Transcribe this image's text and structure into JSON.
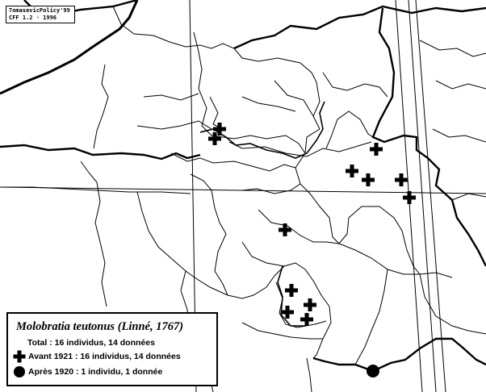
{
  "stamp": {
    "line1": "TomasevicPolicy'99",
    "line2": "CFF 1.2 · 1996"
  },
  "legend": {
    "title": "Molobratia teutonus (Linné, 1767)",
    "total": "Total : 16 individus, 14 données",
    "before_label": "Avant 1921 : 16 individus, 14 données",
    "after_label": "Après 1920 : 1 individu, 1 donnée",
    "before_symbol": "cross-icon",
    "after_symbol": "dot-icon"
  },
  "colors": {
    "ink": "#000000",
    "background": "#ffffff"
  }
}
